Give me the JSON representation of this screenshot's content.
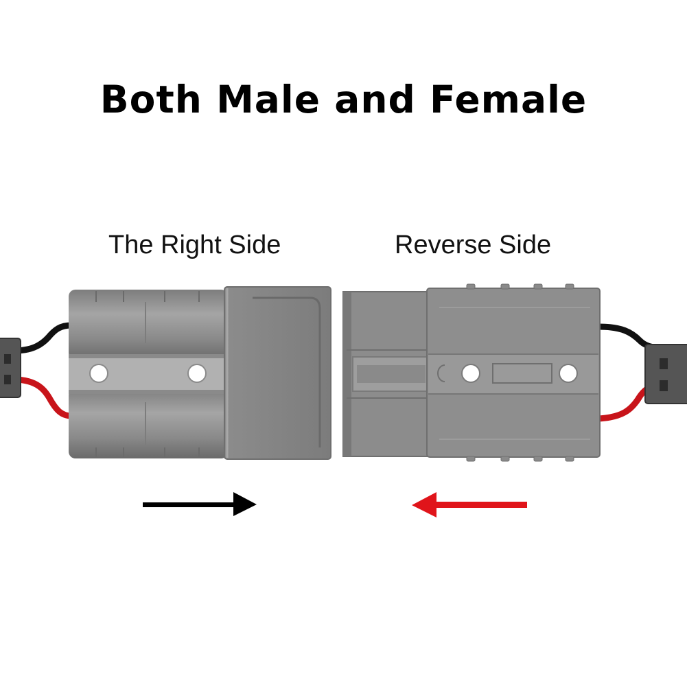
{
  "headline": "Both Male and Female",
  "labels": {
    "right_side": "The Right Side",
    "reverse_side": "Reverse Side"
  },
  "colors": {
    "housing": "#8e8e8e",
    "housing_dark": "#6f6f6f",
    "housing_light": "#a3a3a3",
    "plug_body": "#555555",
    "wire_black": "#111111",
    "wire_red": "#c8141a",
    "arrow_right": "#000000",
    "arrow_reverse": "#e0141a"
  },
  "icons": {
    "left_connector": "connector-right-side-icon",
    "right_connector": "connector-reverse-side-icon",
    "arrow_right": "arrow-right-icon",
    "arrow_left": "arrow-left-icon"
  }
}
